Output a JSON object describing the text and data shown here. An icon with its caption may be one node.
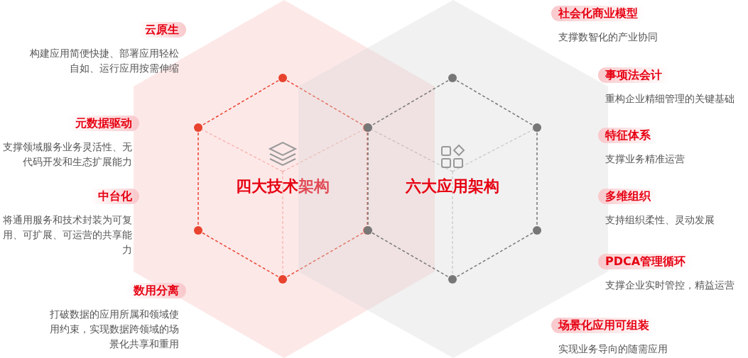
{
  "diagram": {
    "nodes": [
      {
        "text": [
          "云原生",
          "构建应用简便快捷、部署应用轻松自如、运行应用按需伸缩"
        ]
      },
      {
        "text": [
          "元数据驱动",
          "支撑领域服务业务灵活性、无代码开发和生态扩展能力"
        ]
      },
      {
        "text": [
          "中台化",
          "将通用服务和技术封装为可复用、可扩展、可运营的共享能力"
        ]
      },
      {
        "text": [
          "数用分离",
          "打破数据的应用所属和领域使用约束，实现数据跨领域的场景化共享和重用"
        ]
      },
      {
        "text": [
          "四大技术架构"
        ]
      },
      {
        "text": [
          "六大应用架构"
        ]
      },
      {
        "text": [
          "社会化商业模型",
          "支撑数智化的产业协同"
        ]
      },
      {
        "text": [
          "事项法会计",
          "重构企业精细管理的关键基础"
        ]
      },
      {
        "text": [
          "特征体系",
          "支撑业务精准运营"
        ]
      },
      {
        "text": [
          "多维组织",
          "支持组织柔性、灵动发展"
        ]
      },
      {
        "text": [
          "PDCA管理循环",
          "支撑企业实时管控，精益运营"
        ]
      },
      {
        "text": [
          "场景化应用可组装",
          "实现业务导向的随需应用"
        ]
      }
    ],
    "edges": []
  }
}
